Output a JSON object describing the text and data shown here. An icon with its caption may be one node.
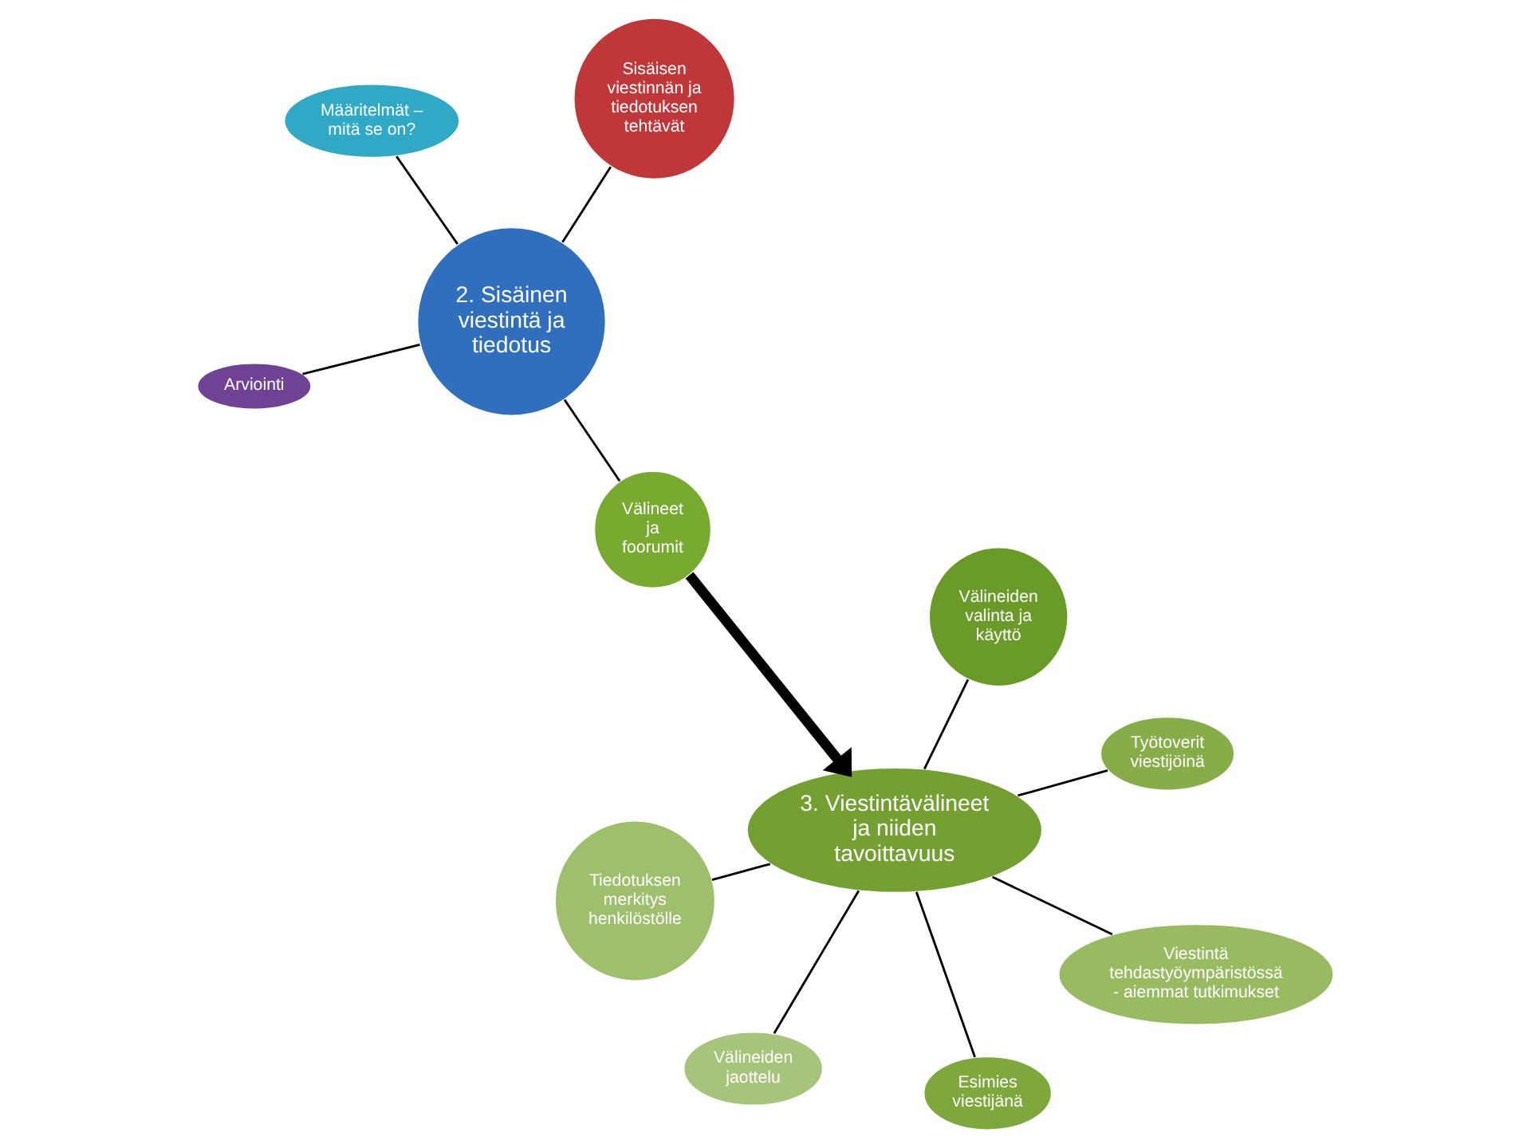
{
  "diagram": {
    "nodes": [
      {
        "text": [
          "2. Sisäinen viestintä ja tiedotus"
        ]
      },
      {
        "text": [
          "Määritelmät – mitä se on?"
        ]
      },
      {
        "text": [
          "Sisäisen viestinnän ja tiedotuksen tehtävät"
        ]
      },
      {
        "text": [
          "Välineet ja foorumit"
        ]
      },
      {
        "text": [
          "Arviointi"
        ]
      },
      {
        "text": [
          "3. Viestintävälineet ja niiden tavoittavuus"
        ]
      },
      {
        "text": [
          "Välineiden jaottelu"
        ]
      },
      {
        "text": [
          "Välineiden valinta ja käyttö"
        ]
      },
      {
        "text": [
          "Esimies viestijänä"
        ]
      },
      {
        "text": [
          "Työtoverit viestijöinä"
        ]
      },
      {
        "text": [
          "Viestintä tehdastyöympäristössä - aiemmat tutkimukset"
        ]
      },
      {
        "text": [
          "Tiedotuksen merkitys henkilöstölle"
        ]
      }
    ],
    "edges": [
      {
        "from": 0,
        "to": 1,
        "arrow": "none"
      },
      {
        "from": 0,
        "to": 2,
        "arrow": "none"
      },
      {
        "from": 0,
        "to": 3,
        "arrow": "none"
      },
      {
        "from": 0,
        "to": 4,
        "arrow": "none"
      },
      {
        "from": 3,
        "to": 5,
        "arrow": "to",
        "style": "thick"
      },
      {
        "from": 5,
        "to": 6,
        "arrow": "none"
      },
      {
        "from": 5,
        "to": 7,
        "arrow": "none"
      },
      {
        "from": 5,
        "to": 8,
        "arrow": "none"
      },
      {
        "from": 5,
        "to": 9,
        "arrow": "none"
      },
      {
        "from": 5,
        "to": 10,
        "arrow": "none"
      },
      {
        "from": 5,
        "to": 11,
        "arrow": "none"
      }
    ]
  }
}
